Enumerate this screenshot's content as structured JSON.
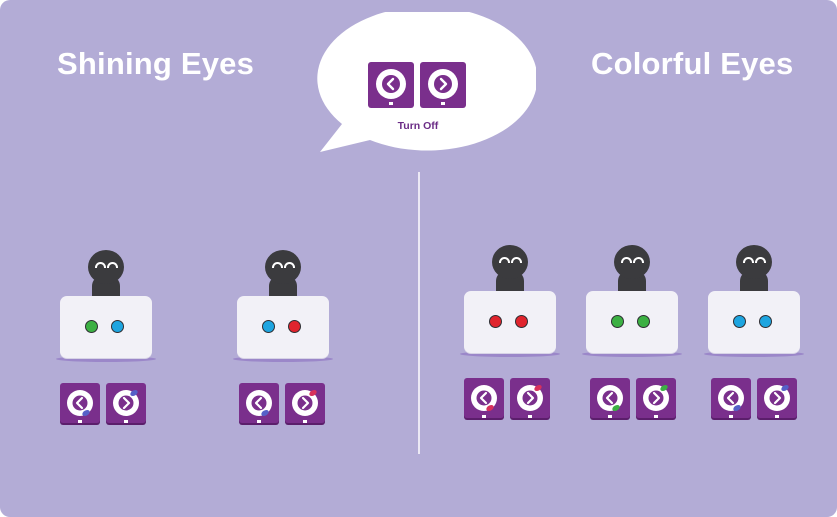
{
  "headings": {
    "left": "Shining Eyes",
    "right": "Colorful Eyes"
  },
  "bubble": {
    "caption": "Turn Off",
    "tiles": [
      {
        "arrow": "left-arrow-icon"
      },
      {
        "arrow": "right-arrow-icon"
      }
    ]
  },
  "robots": [
    {
      "group": "shining",
      "eye_colors": [
        "#3cb043",
        "#1ea5e0"
      ],
      "tile_accents": [
        "#5560c8",
        "#5560c8"
      ]
    },
    {
      "group": "shining",
      "eye_colors": [
        "#1ea5e0",
        "#e0242d"
      ],
      "tile_accents": [
        "#5560c8",
        "#d8315b"
      ]
    },
    {
      "group": "colorful",
      "eye_colors": [
        "#e0242d",
        "#e0242d"
      ],
      "tile_accents": [
        "#d8315b",
        "#d8315b"
      ]
    },
    {
      "group": "colorful",
      "eye_colors": [
        "#3cb043",
        "#3cb043"
      ],
      "tile_accents": [
        "#3cb043",
        "#3cb043"
      ]
    },
    {
      "group": "colorful",
      "eye_colors": [
        "#1ea5e0",
        "#1ea5e0"
      ],
      "tile_accents": [
        "#5560c8",
        "#5560c8"
      ]
    }
  ],
  "colors": {
    "background": "#b3acd6",
    "tile": "#7a2f8c",
    "heading": "#ffffff"
  }
}
